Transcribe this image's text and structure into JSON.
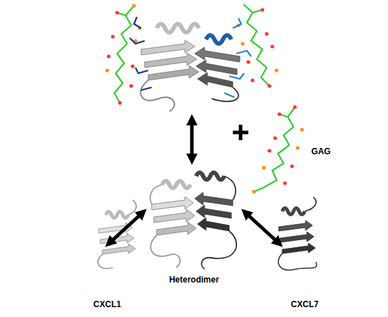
{
  "diagram": {
    "labels": [
      "GAG",
      "Heterodimer",
      "CXCL1",
      "CXCL7"
    ]
  }
}
